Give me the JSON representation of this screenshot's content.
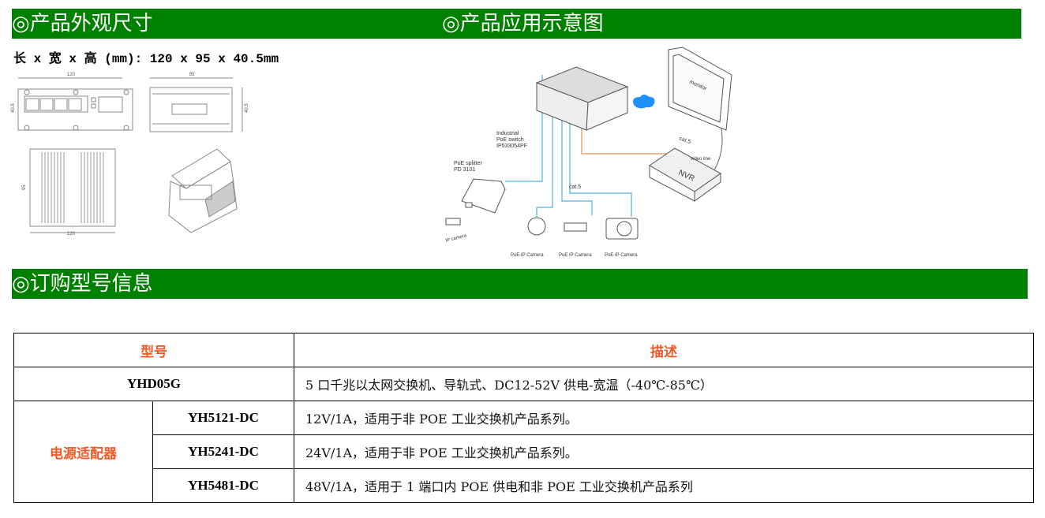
{
  "sections": {
    "dimensions_title": "◎产品外观尺寸",
    "application_title": "◎产品应用示意图",
    "ordering_title": "◎订购型号信息"
  },
  "dimensions": {
    "text": "长 x 宽 x 高 (mm): 120 x 95 x 40.5mm",
    "labels": {
      "front_width": "120",
      "front_height": "40.5",
      "side_width": "95",
      "side_height": "40.5",
      "top_depth": "95",
      "top_width": "120"
    }
  },
  "diagram": {
    "switch_label": [
      "Industrial",
      "PoE switch",
      "IP533054PF"
    ],
    "splitter_label": [
      "PoE splitter",
      "PD 3101"
    ],
    "cat5_a": "cat.5",
    "cat5_b": "cat.5",
    "video_line": "video line",
    "nvr": "NVR",
    "monitor": "monitor",
    "ip_camera": "IP camera",
    "poe_cameras": [
      "PoE IP Camera",
      "PoE IP Camera",
      "PoE IP Camera"
    ],
    "colors": {
      "poe_line": "#4fb3d9",
      "video_line": "#e8904a",
      "cloud": "#1e90ff"
    }
  },
  "table": {
    "headers": {
      "model": "型号",
      "description": "描述"
    },
    "rows": [
      {
        "model": "YHD05G",
        "description": "5 口千兆以太网交换机、导轨式、DC12-52V 供电-宽温（-40℃-85℃）"
      },
      {
        "group": "电源适配器",
        "model": "YH5121-DC",
        "description": "12V/1A，适用于非 POE 工业交换机产品系列。"
      },
      {
        "model": "YH5241-DC",
        "description": "24V/1A，适用于非 POE 工业交换机产品系列。"
      },
      {
        "model": "YH5481-DC",
        "description": "48V/1A，适用于 1 端口内 POE 供电和非 POE 工业交换机产品系列"
      }
    ]
  }
}
